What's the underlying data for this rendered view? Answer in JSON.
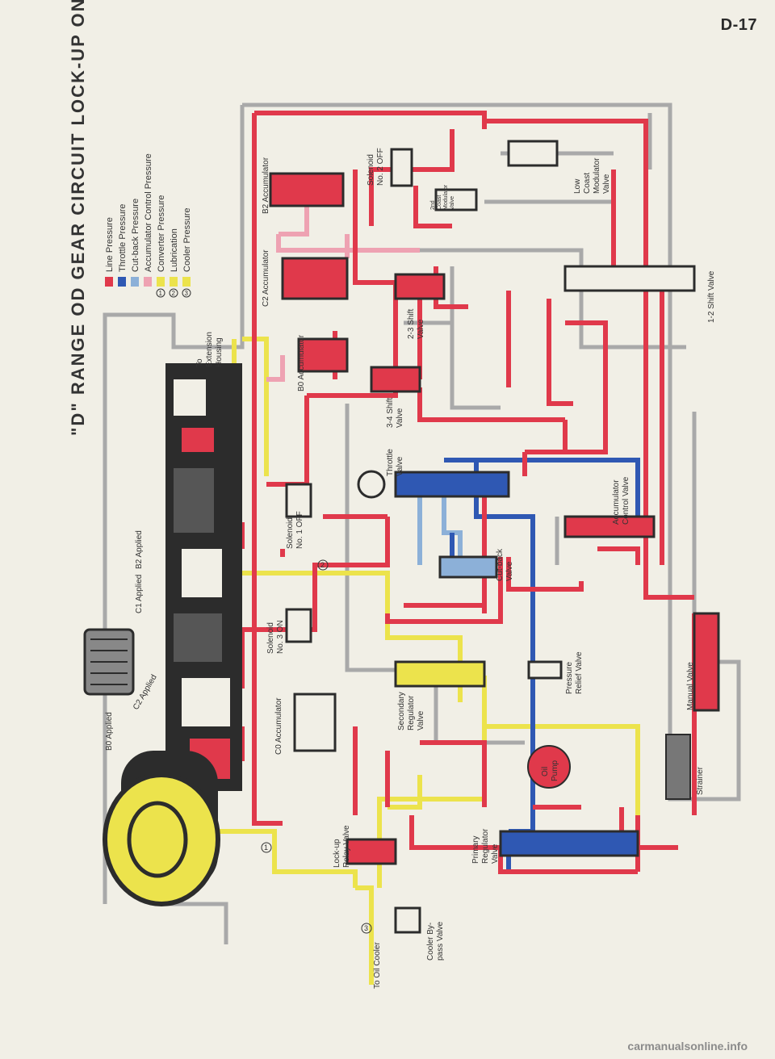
{
  "page_number": "D-17",
  "title": "\"D\" RANGE OD GEAR CIRCUIT LOCK-UP ON",
  "legend": [
    {
      "label": "Line Pressure",
      "color": "#e0394b",
      "marker": ""
    },
    {
      "label": "Throttle Pressure",
      "color": "#2f58b3",
      "marker": ""
    },
    {
      "label": "Cut-back Pressure",
      "color": "#8cb0d8",
      "marker": ""
    },
    {
      "label": "Accumulator Control Pressure",
      "color": "#eea2b2",
      "marker": ""
    },
    {
      "label": "Converter Pressure",
      "color": "#ece34c",
      "marker": "1"
    },
    {
      "label": "Lubrication",
      "color": "#ece34c",
      "marker": "2"
    },
    {
      "label": "Cooler Pressure",
      "color": "#ece34c",
      "marker": "3"
    }
  ],
  "labels": {
    "b0_applied": "B0 Applied",
    "c2_applied": "C2 Applied",
    "c1_applied": "C1 Applied",
    "b2_applied": "B2 Applied",
    "to_extension": "To",
    "to_extension_2": "Extension",
    "to_extension_3": "Housing",
    "c0_accumulator": "C0 Accumulator",
    "solenoid3_a": "Solenoid",
    "solenoid3_b": "No. 3 ON",
    "solenoid1_a": "Solenoid",
    "solenoid1_b": "No. 1 OFF",
    "solenoid2_a": "Solenoid",
    "solenoid2_b": "No. 2 OFF",
    "b0_accumulator": "B0 Accumulator",
    "c2_accumulator": "C2 Accumulator",
    "b2_accumulator": "B2 Accumulator",
    "shift34_a": "3-4 Shift",
    "shift34_b": "Valve",
    "shift23_a": "2-3 Shift",
    "shift23_b": "Valve",
    "second_coast_a": "2nd",
    "second_coast_b": "Coast",
    "second_coast_c": "Modulator",
    "second_coast_d": "Valve",
    "low_coast_a": "Low",
    "low_coast_b": "Coast",
    "low_coast_c": "Modulator",
    "low_coast_d": "Valve",
    "shift12": "1-2 Shift Valve",
    "throttle_a": "Throttle",
    "throttle_b": "Valve",
    "cutback_a": "Cut-back",
    "cutback_b": "Valve",
    "accum_ctrl_a": "Accumulator",
    "accum_ctrl_b": "Control Valve",
    "secondary_a": "Secondary",
    "secondary_b": "Regulator",
    "secondary_c": "Valve",
    "pressure_relief_a": "Pressure",
    "pressure_relief_b": "Relief Valve",
    "manual_valve": "Manual Valve",
    "oil_pump_a": "Oil",
    "oil_pump_b": "Pump",
    "strainer": "Strainer",
    "primary_a": "Primary",
    "primary_b": "Regulator",
    "primary_c": "Valve",
    "lockup_a": "Lock-up",
    "lockup_b": "Relay Valve",
    "cooler_bypass_a": "Cooler By-",
    "cooler_bypass_b": "pass Valve",
    "to_oil_cooler": "To Oil Cooler",
    "marker_1": "1",
    "marker_2": "2",
    "marker_3": "3"
  },
  "colors": {
    "line": "#e0394b",
    "throttle": "#2f58b3",
    "cutback": "#8cb0d8",
    "accum_ctrl": "#eea2b2",
    "converter": "#ece34c",
    "drain": "#a9a9a9",
    "body": "#2c2c2c"
  },
  "watermark": "carmanualsonline.info"
}
